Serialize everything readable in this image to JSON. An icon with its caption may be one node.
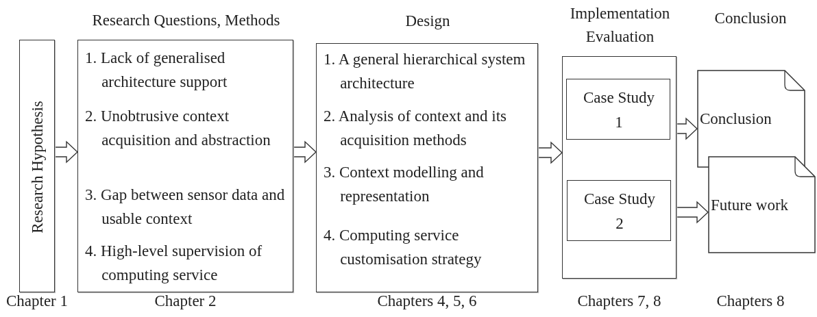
{
  "diagram": {
    "nodes": [
      {
        "text": [
          "Research Hypothesis"
        ],
        "beside": [
          "Chapter 1"
        ]
      },
      {
        "text": [
          "Research Questions, Methods",
          "1. Lack of generalised architecture support",
          "2. Unobtrusive context acquisition and abstraction",
          "3. Gap between sensor data and usable context",
          "4. High-level supervision of computing service"
        ],
        "beside": [
          "Chapter 2"
        ]
      },
      {
        "text": [
          "Design",
          "1. A general hierarchical system architecture",
          "2. Analysis of context and its acquisition methods",
          "3. Context modelling and representation",
          "4. Computing service customisation strategy"
        ],
        "beside": [
          "Chapters 4, 5, 6"
        ]
      },
      {
        "text": [
          "Implementation Evaluation"
        ],
        "beside": [
          "Chapters 7, 8"
        ]
      },
      {
        "text": [
          "Case Study 1"
        ],
        "in": 3
      },
      {
        "text": [
          "Case Study 2"
        ],
        "in": 3
      },
      {
        "text": [
          "Conclusion"
        ]
      },
      {
        "text": [
          "Future work"
        ]
      }
    ],
    "edges": [
      {
        "from": 0,
        "to": 1,
        "arrow": "to"
      },
      {
        "from": 1,
        "to": 2,
        "arrow": "to"
      },
      {
        "from": 2,
        "to": 3,
        "arrow": "to"
      },
      {
        "from": 3,
        "to": 6,
        "arrow": "to"
      },
      {
        "from": 3,
        "to": 7,
        "arrow": "to"
      }
    ],
    "labels": [
      "Conclusion",
      "Chapters 8"
    ]
  }
}
